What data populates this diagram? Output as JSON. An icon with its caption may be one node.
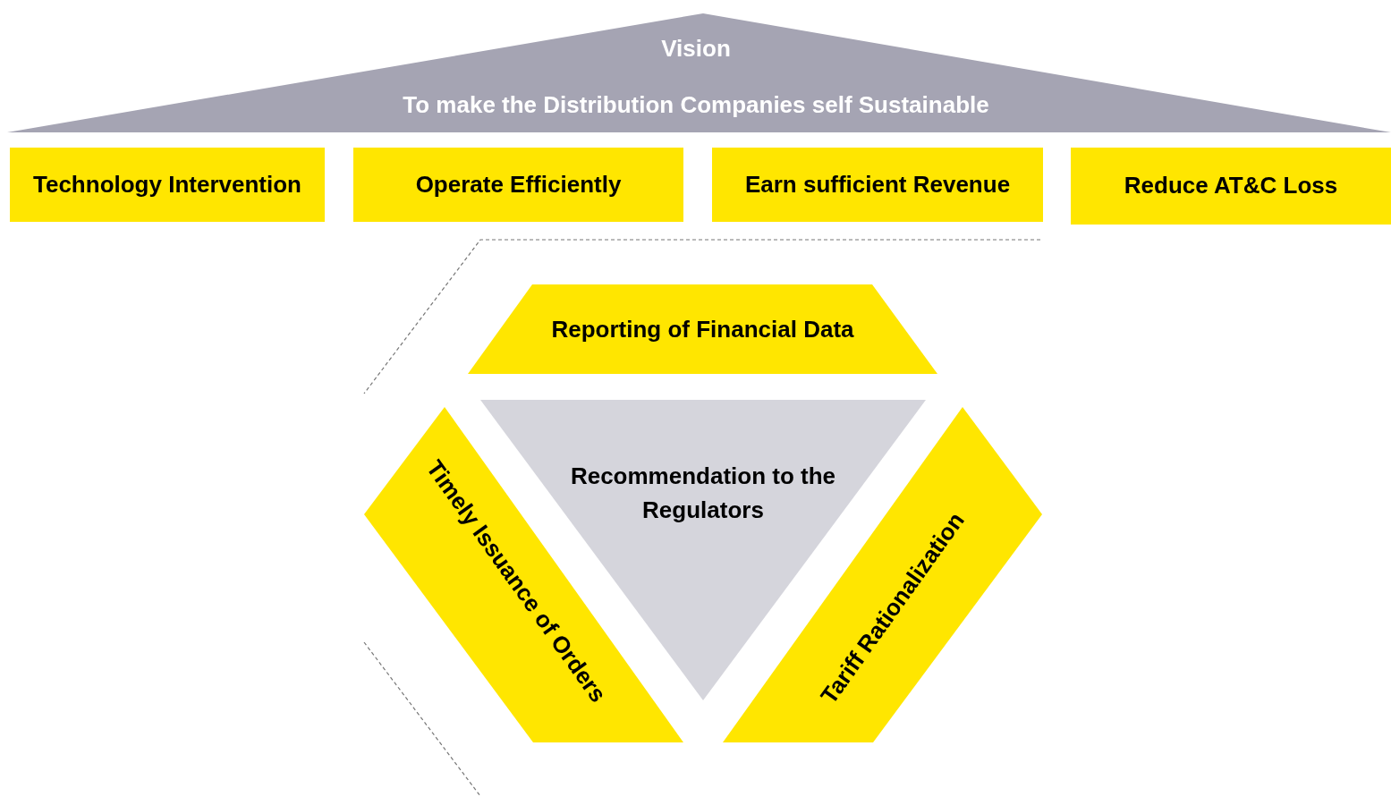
{
  "diagram": {
    "nodes": [
      {
        "text": [
          "Vision",
          "To make the Distribution Companies self Sustainable"
        ]
      },
      {
        "text": [
          "Technology Intervention"
        ]
      },
      {
        "text": [
          "Operate Efficiently"
        ]
      },
      {
        "text": [
          "Earn sufficient Revenue"
        ]
      },
      {
        "text": [
          "Reduce AT&C Loss"
        ]
      },
      {
        "text": [
          "Reporting of Financial Data"
        ]
      },
      {
        "text": [
          "Recommendation to the Regulators"
        ]
      },
      {
        "text": [
          "Timely Issuance of Orders"
        ]
      },
      {
        "text": [
          "Tariff Rationalization"
        ]
      }
    ]
  }
}
